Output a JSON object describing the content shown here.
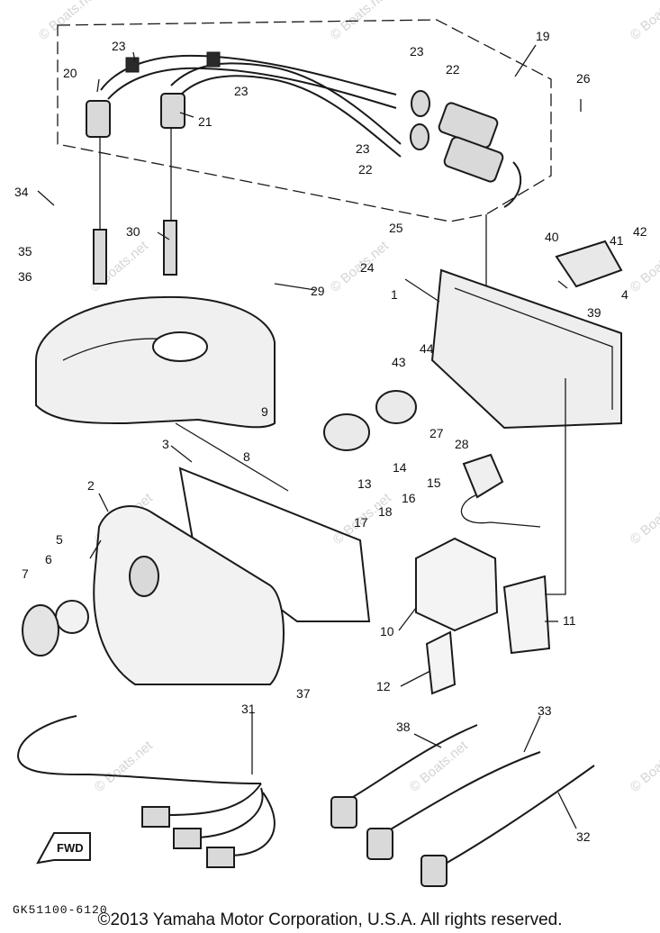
{
  "diagram": {
    "part_code": "GK51100-6120",
    "fwd_label": "FWD",
    "watermark": "© Boats.net",
    "callouts": [
      "1",
      "2",
      "3",
      "4",
      "5",
      "6",
      "7",
      "8",
      "9",
      "10",
      "11",
      "12",
      "13",
      "14",
      "15",
      "16",
      "17",
      "18",
      "19",
      "20",
      "21",
      "22",
      "22",
      "23",
      "23",
      "23",
      "23",
      "24",
      "25",
      "26",
      "27",
      "28",
      "29",
      "30",
      "31",
      "32",
      "33",
      "34",
      "35",
      "36",
      "37",
      "38",
      "39",
      "40",
      "41",
      "42",
      "43",
      "44"
    ]
  },
  "footer": {
    "copyright": "©2013 Yamaha Motor Corporation, U.S.A. All rights reserved."
  }
}
